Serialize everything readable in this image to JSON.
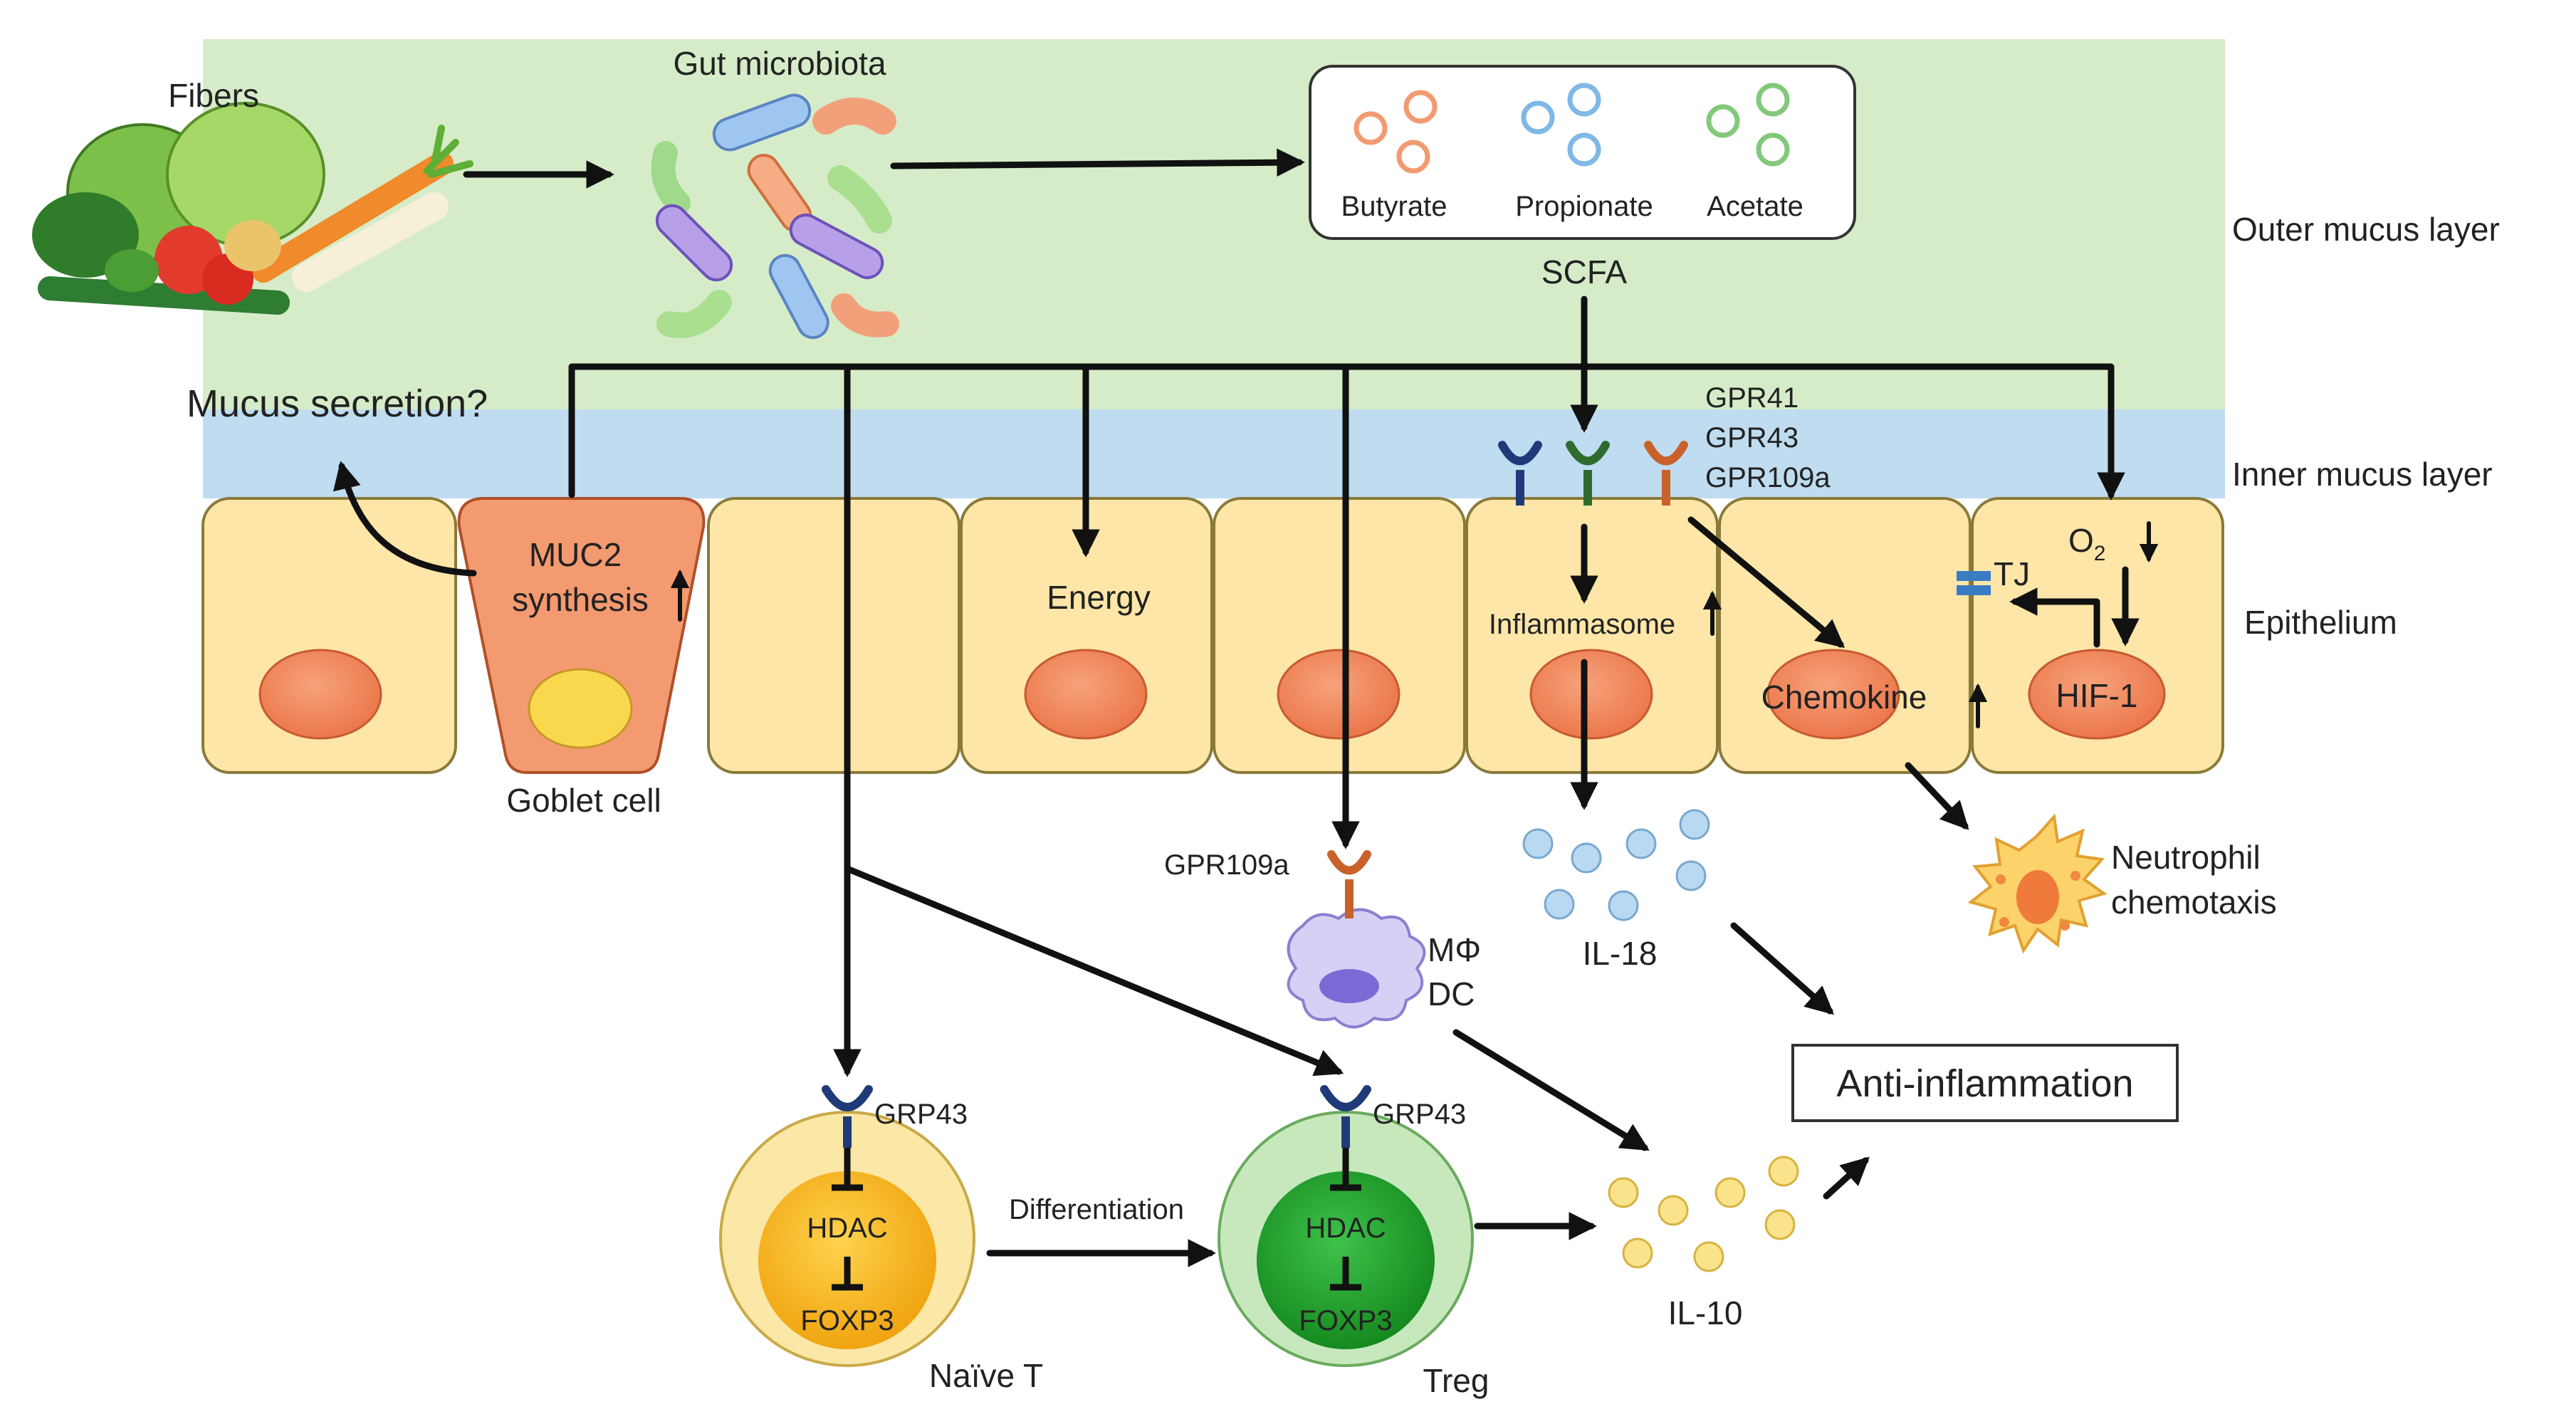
{
  "labels": {
    "fibers": "Fibers",
    "gut_microbiota": "Gut microbiota",
    "butyrate": "Butyrate",
    "propionate": "Propionate",
    "acetate": "Acetate",
    "scfa": "SCFA",
    "outer_mucus_layer": "Outer mucus layer",
    "inner_mucus_layer": "Inner mucus layer",
    "epithelium": "Epithelium",
    "mucus_secretion": "Mucus secretion?",
    "muc2": "MUC2",
    "synthesis": "synthesis",
    "goblet_cell": "Goblet cell",
    "energy": "Energy",
    "gpr41": "GPR41",
    "gpr43": "GPR43",
    "gpr109a_top": "GPR109a",
    "inflammasome": "Inflammasome",
    "chemokine": "Chemokine",
    "tj": "TJ",
    "o2": "O",
    "o2_sub": "2",
    "hif1": "HIF-1",
    "neutrophil": "Neutrophil",
    "chemotaxis": "chemotaxis",
    "il18": "IL-18",
    "gpr109a_mf": "GPR109a",
    "mphi": "MΦ",
    "dc": "DC",
    "anti_inflammation": "Anti-inflammation",
    "grp43_naive": "GRP43",
    "grp43_treg": "GRP43",
    "hdac_naive": "HDAC",
    "foxp3_naive": "FOXP3",
    "hdac_treg": "HDAC",
    "foxp3_treg": "FOXP3",
    "differentiation": "Differentiation",
    "naive_t": "Naïve T",
    "treg": "Treg",
    "il10": "IL-10"
  },
  "colors": {
    "outer_mucus": "#d6ecc9",
    "inner_mucus": "#bfdcf0",
    "cell_fill": "#fde6a8",
    "cell_stroke": "#8a7a3a",
    "nucleus": "#f2875a",
    "goblet": "#f49a70",
    "butyrate": "#f6a27e",
    "propionate": "#8fc4ec",
    "acetate": "#8fd48a",
    "receptor_blue": "#1f3a78",
    "receptor_green": "#2f6b2f",
    "receptor_orange": "#c9612a",
    "il18": "#b9d9f2",
    "il10": "#fbe38c",
    "treg_nucleus": "#22a52c",
    "naive_nucleus": "#f5b21c"
  },
  "icons": [
    "vegetables-icon",
    "bacteria-icon",
    "neutrophil-icon",
    "macrophage-icon",
    "tight-junction-icon"
  ]
}
